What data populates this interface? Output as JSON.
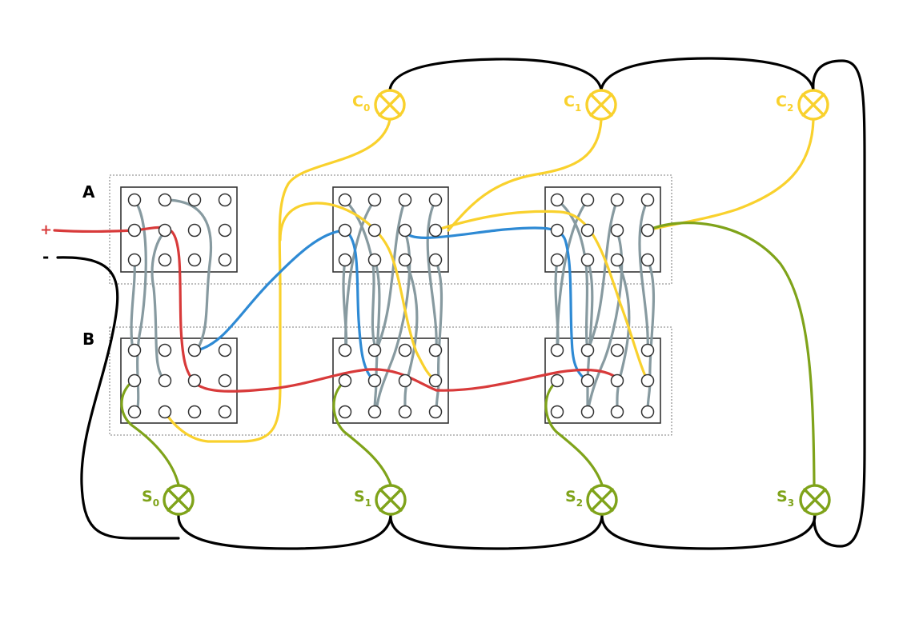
{
  "rows": {
    "a": "A",
    "b": "B"
  },
  "polarity": {
    "plus": "+",
    "minus": "-"
  },
  "carry_lamps": [
    {
      "name": "C",
      "index": "0"
    },
    {
      "name": "C",
      "index": "1"
    },
    {
      "name": "C",
      "index": "2"
    }
  ],
  "sum_lamps": [
    {
      "name": "S",
      "index": "0"
    },
    {
      "name": "S",
      "index": "1"
    },
    {
      "name": "S",
      "index": "2"
    },
    {
      "name": "S",
      "index": "3"
    }
  ],
  "colors": {
    "black": "#000000",
    "gray": "#879aa0",
    "red": "#d83a3a",
    "blue": "#2e8ad4",
    "yellow": "#f9d12d",
    "olive": "#7fa31a",
    "plus_label": "#d83a3a",
    "minus_label": "#000000"
  }
}
